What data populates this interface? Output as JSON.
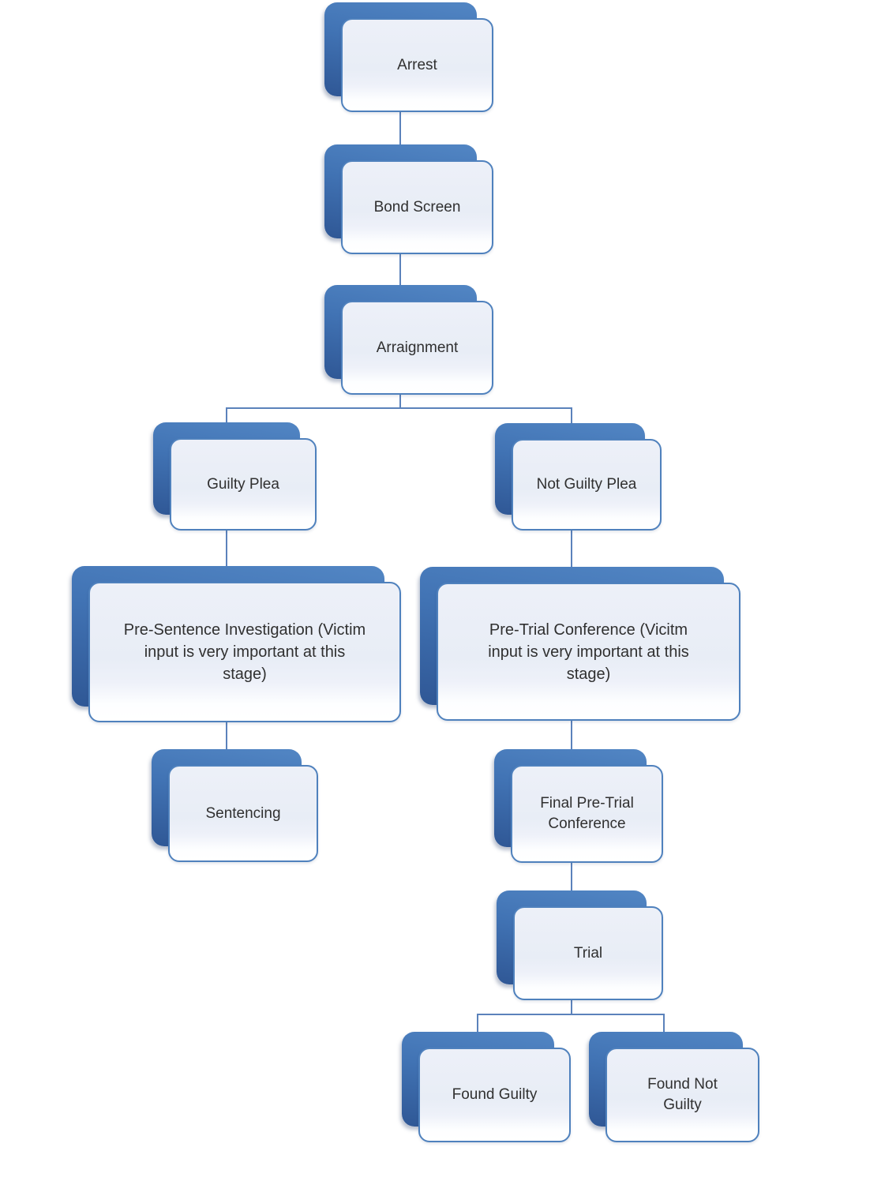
{
  "diagram": {
    "type": "flowchart",
    "background_color": "#ffffff",
    "colors": {
      "shadow_box_top": "#5286c4",
      "shadow_box_bottom": "#2f5795",
      "front_box_fill_top": "#edf0f8",
      "front_box_fill_bottom": "#ffffff",
      "front_box_border": "#4f81bd",
      "connector": "#5b82bb",
      "text": "#303030"
    },
    "nodes": [
      {
        "id": "arrest",
        "label": "Arrest"
      },
      {
        "id": "bond-screen",
        "label": "Bond Screen"
      },
      {
        "id": "arraignment",
        "label": "Arraignment"
      },
      {
        "id": "guilty-plea",
        "label": "Guilty Plea"
      },
      {
        "id": "not-guilty-plea",
        "label": "Not Guilty Plea"
      },
      {
        "id": "pre-sentence-investigation",
        "label": "Pre-Sentence Investigation (Victim\ninput is very important at this\nstage)"
      },
      {
        "id": "pre-trial-conference",
        "label": "Pre-Trial Conference (Vicitm\ninput is very important at this\nstage)"
      },
      {
        "id": "sentencing",
        "label": "Sentencing"
      },
      {
        "id": "final-pre-trial-conference",
        "label": "Final Pre-Trial\nConference"
      },
      {
        "id": "trial",
        "label": "Trial"
      },
      {
        "id": "found-guilty",
        "label": "Found Guilty"
      },
      {
        "id": "found-not-guilty",
        "label": "Found Not\nGuilty"
      }
    ],
    "edges": [
      {
        "from": "arrest",
        "to": "bond-screen"
      },
      {
        "from": "bond-screen",
        "to": "arraignment"
      },
      {
        "from": "arraignment",
        "to": "guilty-plea"
      },
      {
        "from": "arraignment",
        "to": "not-guilty-plea"
      },
      {
        "from": "guilty-plea",
        "to": "pre-sentence-investigation"
      },
      {
        "from": "pre-sentence-investigation",
        "to": "sentencing"
      },
      {
        "from": "not-guilty-plea",
        "to": "pre-trial-conference"
      },
      {
        "from": "pre-trial-conference",
        "to": "final-pre-trial-conference"
      },
      {
        "from": "final-pre-trial-conference",
        "to": "trial"
      },
      {
        "from": "trial",
        "to": "found-guilty"
      },
      {
        "from": "trial",
        "to": "found-not-guilty"
      }
    ]
  }
}
